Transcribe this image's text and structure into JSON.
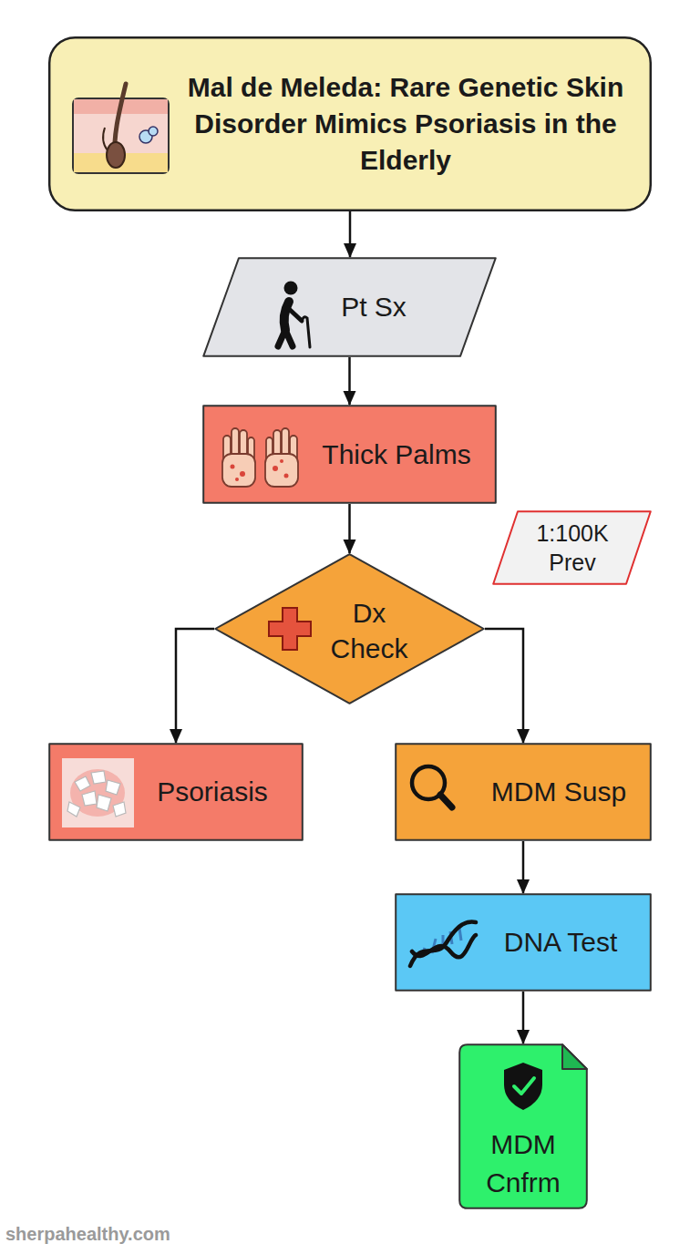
{
  "diagram": {
    "nodes": [
      {
        "text": [
          "Mal de Meleda: Rare Genetic Skin Disorder Mimics Psoriasis in the Elderly"
        ]
      },
      {
        "text": [
          "Pt Sx"
        ]
      },
      {
        "text": [
          "Thick Palms"
        ]
      },
      {
        "text": [
          "1:100K Prev"
        ]
      },
      {
        "text": [
          "Dx Check"
        ]
      },
      {
        "text": [
          "Psoriasis"
        ]
      },
      {
        "text": [
          "MDM Susp"
        ]
      },
      {
        "text": [
          "DNA Test"
        ]
      },
      {
        "text": [
          "MDM Cnfrm"
        ]
      }
    ],
    "edges": [
      {
        "from": 0,
        "to": 1,
        "arrow": "to"
      },
      {
        "from": 1,
        "to": 2,
        "arrow": "to"
      },
      {
        "from": 2,
        "to": 4,
        "arrow": "to"
      },
      {
        "from": 4,
        "to": 5,
        "arrow": "to"
      },
      {
        "from": 4,
        "to": 6,
        "arrow": "to"
      },
      {
        "from": 6,
        "to": 7,
        "arrow": "to"
      },
      {
        "from": 7,
        "to": 8,
        "arrow": "to"
      }
    ],
    "labels": [
      "sherpahealthy.com"
    ]
  }
}
